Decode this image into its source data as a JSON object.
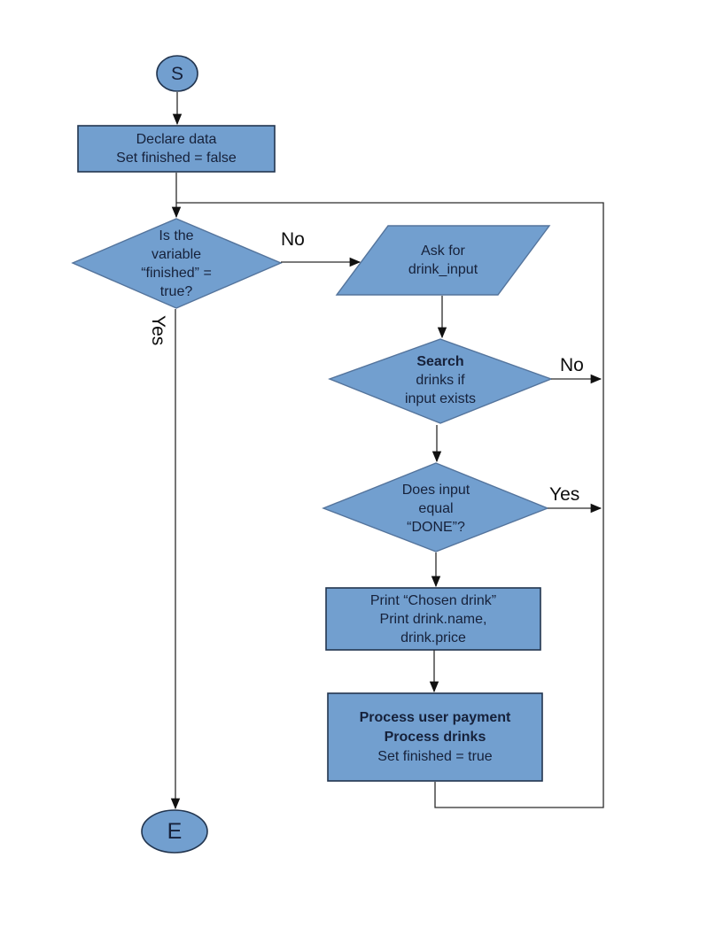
{
  "colors": {
    "node_fill": "#729fcf",
    "node_border": "#22354f",
    "decision_border": "#54749c",
    "node_text": "#16213a",
    "edge_line": "#2b2b2b",
    "edge_label_text": "#0d0d0d",
    "page_background": "#ffffff"
  },
  "nodes": {
    "start": {
      "label": "S"
    },
    "declare": {
      "text": "Declare data\nSet finished = false"
    },
    "finished_check": {
      "text": "Is the\nvariable\n“finished” =\ntrue?"
    },
    "ask_input": {
      "text": "Ask for\ndrink_input"
    },
    "search": {
      "title": "Search",
      "text": "drinks if\ninput exists"
    },
    "done_check": {
      "text": "Does input\nequal\n“DONE”?"
    },
    "print_drink": {
      "text": "Print “Chosen drink”\nPrint drink.name,\ndrink.price"
    },
    "process": {
      "bold_text": "Process user payment\nProcess drinks",
      "text": "Set finished = true"
    },
    "end": {
      "label": "E"
    }
  },
  "edge_labels": {
    "finished_no": "No",
    "finished_yes": "Yes",
    "search_no": "No",
    "done_yes": "Yes"
  }
}
